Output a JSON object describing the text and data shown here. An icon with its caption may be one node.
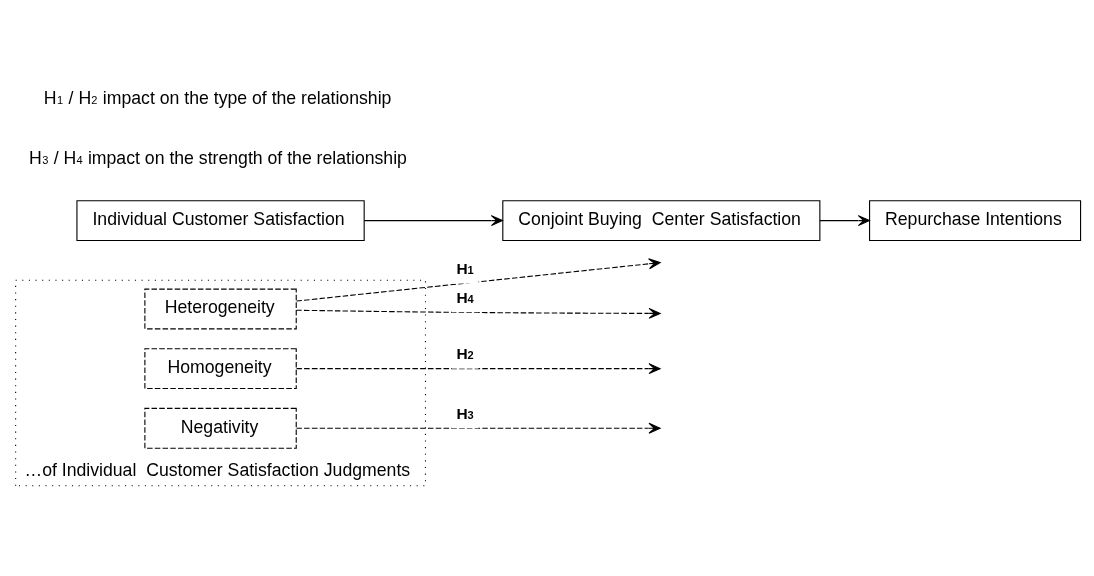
{
  "diagram": {
    "nodes": [
      {
        "text": [
          "…of Individual  Customer Satisfaction Judgments"
        ]
      },
      {
        "text": [
          "Heterogeneity"
        ],
        "in": 0
      },
      {
        "text": [
          "Homogeneity"
        ],
        "in": 0
      },
      {
        "text": [
          "Negativity"
        ],
        "in": 0
      },
      {
        "text": [
          "Individual Customer Satisfaction"
        ]
      },
      {
        "text": [
          "Conjoint Buying  Center Satisfaction"
        ]
      },
      {
        "text": [
          "Repurchase Intentions"
        ]
      }
    ],
    "edges": [
      {
        "from": 4,
        "to": 5,
        "arrow": "to"
      },
      {
        "from": 5,
        "to": 6,
        "arrow": "to"
      },
      {
        "from": 1,
        "to": null,
        "arrow": "to",
        "label": "**H$_{1}$**",
        "style": "dashed"
      },
      {
        "from": 2,
        "to": null,
        "arrow": "to",
        "label": "**H$_{2}$**",
        "style": "dashed"
      },
      {
        "from": 3,
        "to": null,
        "arrow": "to",
        "label": "**H$_{3}$**",
        "style": "dashed"
      },
      {
        "from": 1,
        "to": null,
        "arrow": "to",
        "label": "**H$_{4}$**",
        "style": "dashed"
      }
    ],
    "labels": [
      "H$_{1}$ / H$_{2}$ impact on the type of the relationship",
      "H$_{3}$ / H$_{4}$ impact on the strength of the relationship"
    ]
  }
}
